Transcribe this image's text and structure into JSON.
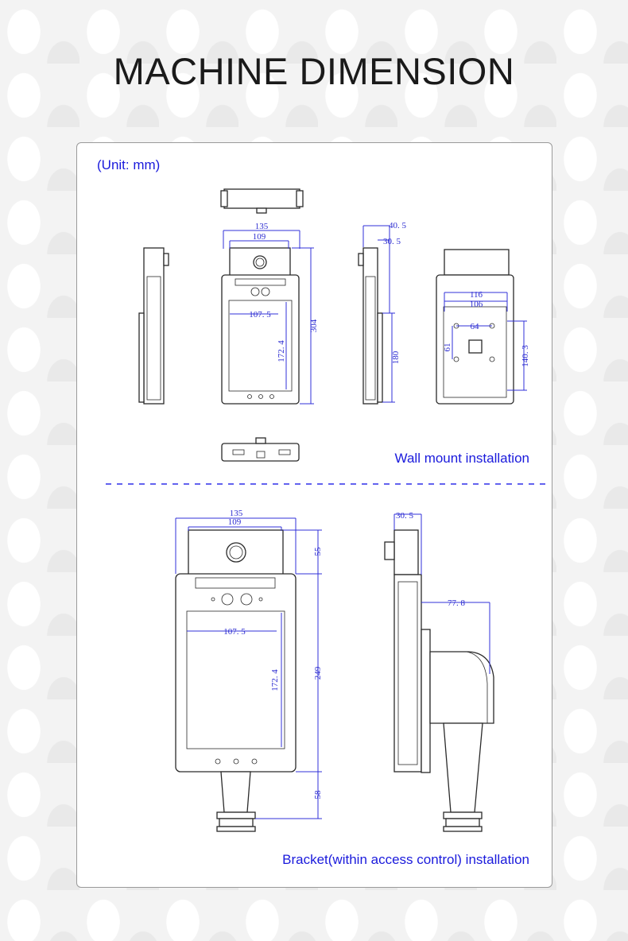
{
  "page": {
    "title": "MACHINE DIMENSION"
  },
  "panel": {
    "unit": "(Unit: mm)",
    "wall_caption": "Wall mount installation",
    "bracket_caption": "Bracket(within access control) installation"
  },
  "wall_front": {
    "w_outer": "135",
    "w_inner": "109",
    "screen_w": "107. 5",
    "screen_h": "172. 4",
    "h_total": "304"
  },
  "wall_side": {
    "d_outer": "40. 5",
    "d_inner": "30. 5",
    "h": "180"
  },
  "wall_back": {
    "w_outer": "116",
    "w_inner": "106",
    "hole_w": "64",
    "hole_h": "61",
    "h": "140. 3"
  },
  "bracket_front": {
    "w_outer": "135",
    "w_inner": "109",
    "screen_w": "107. 5",
    "screen_h": "172. 4",
    "h_top": "55",
    "h_mid": "249",
    "h_bottom": "58"
  },
  "bracket_side": {
    "d_inner": "30. 5",
    "d_bracket": "77. 8"
  },
  "colors": {
    "dimension": "#2b2bd0",
    "caption": "#1a1adc",
    "divider": "#2e2eea"
  }
}
